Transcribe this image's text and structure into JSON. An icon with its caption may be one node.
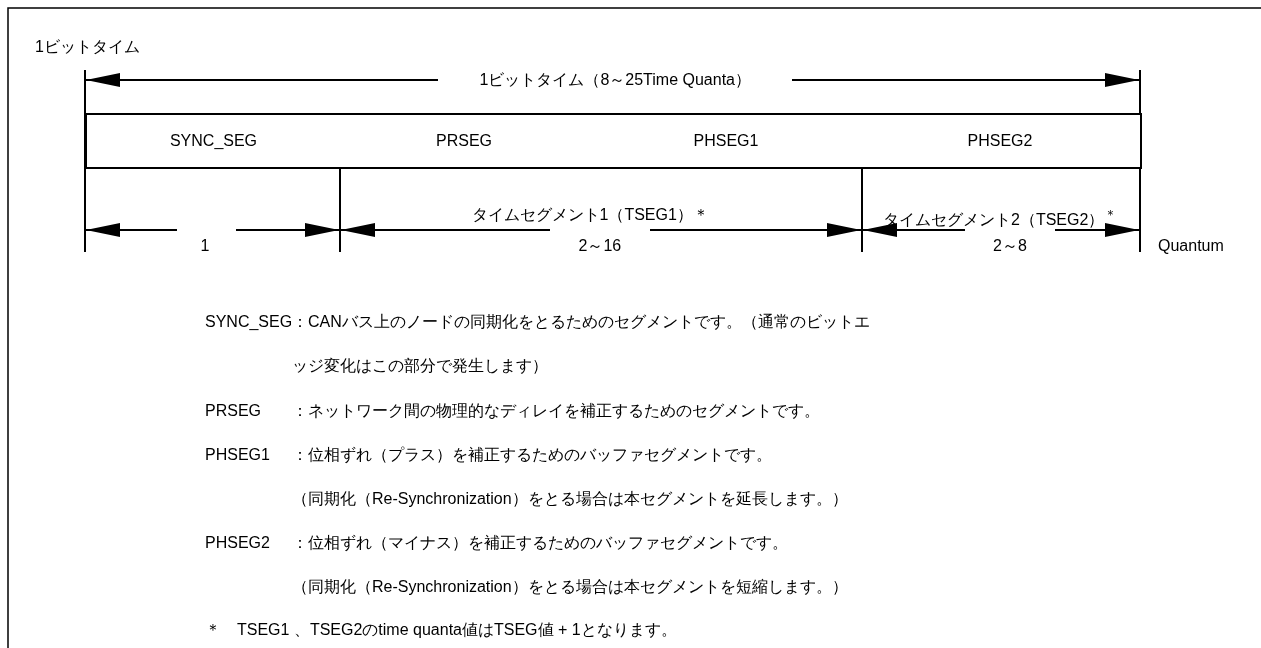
{
  "diagram": {
    "title": "1ビットタイム",
    "nodes": [
      {
        "text": [
          "SYNC_SEG"
        ]
      },
      {
        "text": [
          "PRSEG"
        ]
      },
      {
        "text": [
          "PHSEG1"
        ]
      },
      {
        "text": [
          "PHSEG2"
        ]
      }
    ],
    "edges": [],
    "labels": [
      "1ビットタイム（8～25Time Quanta）",
      "1",
      "タイムセグメント1（TSEG1）＊",
      "2～16",
      "タイムセグメント2（TSEG2）$^{＊}$",
      "2～8",
      "Quantum",
      "SYNC_SEG",
      "：CANバス上のノードの同期化をとるためのセグメントです。（通常のビットエッジ変化はこの部分で発生します）",
      "PRSEG",
      "：ネットワーク間の物理的なディレイを補正するためのセグメントです。",
      "PHSEG1",
      "：位相ずれ（プラス）を補正するためのバッファセグメントです。",
      "（同期化（Re-Synchronization）をとる場合は本セグメントを延長します。）",
      "PHSEG2",
      "：位相ずれ（マイナス）を補正するためのバッファセグメントです。",
      "（同期化（Re-Synchronization）をとる場合は本セグメントを短縮します。）",
      "＊　TSEG1 、TSEG2のtime quanta値はTSEG値 + 1となります。"
    ]
  }
}
